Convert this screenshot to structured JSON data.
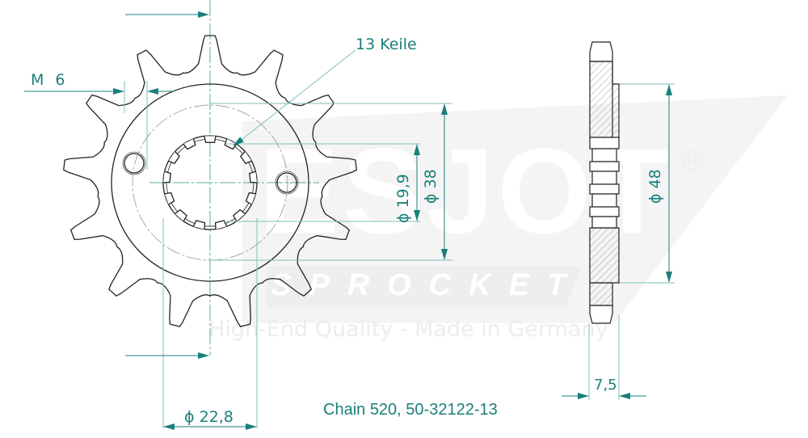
{
  "drawing": {
    "type": "technical drawing",
    "subject": "front motorcycle sprocket",
    "colors": {
      "dimension": "#1a7f7a",
      "outline": "#222222",
      "centerline": "#5aa8a2",
      "watermark": "#f0f0f0"
    }
  },
  "watermark": {
    "brand": "ESJOT",
    "registered": "®",
    "subtitle": "SPROCKET",
    "tagline": "High-End Quality - Made in Germany"
  },
  "annotations": {
    "splines_label": "13 Keile",
    "thread_label": "M 6",
    "bore_diameter": "ϕ 19,9",
    "bolt_circle_diameter": "ϕ 38",
    "hub_diameter": "ϕ 48",
    "spline_root_diameter": "ϕ 22,8",
    "thickness": "7,5"
  },
  "caption": {
    "text": "Chain 520, 50-32122-13"
  },
  "specs": {
    "chain": "520",
    "part_number": "50-32122-13",
    "teeth": 13,
    "splines": 13
  }
}
